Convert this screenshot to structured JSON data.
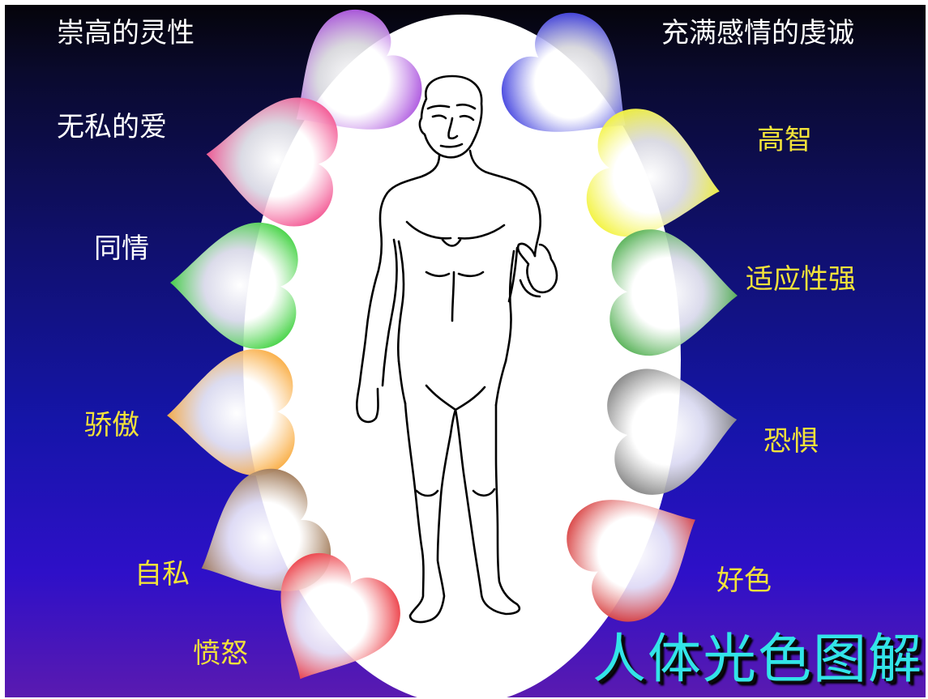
{
  "title": "人体光色图解",
  "hearts": [
    {
      "label": "崇高的灵性",
      "color": "#9a30d8",
      "label_color": "white",
      "side": "left"
    },
    {
      "label": "无私的爱",
      "color": "#f0307a",
      "label_color": "white",
      "side": "left"
    },
    {
      "label": "同情",
      "color": "#18c818",
      "label_color": "white",
      "side": "left"
    },
    {
      "label": "骄傲",
      "color": "#f89a18",
      "label_color": "yellow",
      "side": "left"
    },
    {
      "label": "自私",
      "color": "#8a5a30",
      "label_color": "yellow",
      "side": "left"
    },
    {
      "label": "愤怒",
      "color": "#e8141e",
      "label_color": "yellow",
      "side": "left"
    },
    {
      "label": "充满感情的虔诚",
      "color": "#1a1ad8",
      "label_color": "white",
      "side": "right"
    },
    {
      "label": "高智",
      "color": "#f0f010",
      "label_color": "yellow",
      "side": "right"
    },
    {
      "label": "适应性强",
      "color": "#30a030",
      "label_color": "yellow",
      "side": "right"
    },
    {
      "label": "恐惧",
      "color": "#6a6a6a",
      "label_color": "yellow",
      "side": "right"
    },
    {
      "label": "好色",
      "color": "#d01818",
      "label_color": "yellow",
      "side": "right"
    }
  ]
}
